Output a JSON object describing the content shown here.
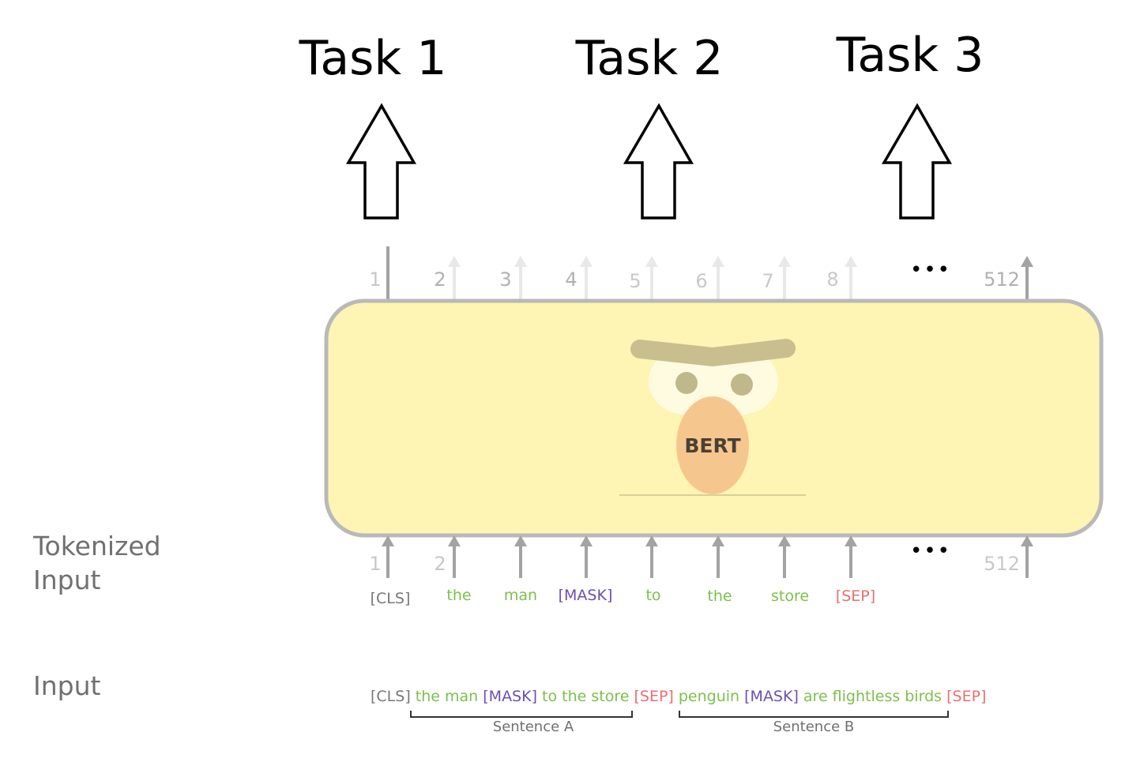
{
  "tasks": [
    "Task 1",
    "Task 2",
    "Task 3"
  ],
  "output_positions": [
    "1",
    "2",
    "3",
    "4",
    "5",
    "6",
    "7",
    "8",
    "512"
  ],
  "input_positions": [
    "1",
    "2",
    "512"
  ],
  "ellipsis": "•••",
  "model": {
    "name": "BERT"
  },
  "tokens": [
    {
      "text": "[CLS]",
      "kind": "special"
    },
    {
      "text": "the",
      "kind": "word"
    },
    {
      "text": "man",
      "kind": "word"
    },
    {
      "text": "[MASK]",
      "kind": "mask"
    },
    {
      "text": "to",
      "kind": "word"
    },
    {
      "text": "the",
      "kind": "word"
    },
    {
      "text": "store",
      "kind": "word"
    },
    {
      "text": "[SEP]",
      "kind": "sep"
    }
  ],
  "labels": {
    "tokenized_line1": "Tokenized",
    "tokenized_line2": "Input",
    "input": "Input"
  },
  "input_sentence": [
    {
      "text": "[CLS]",
      "kind": "special"
    },
    {
      "text": "the man",
      "kind": "word"
    },
    {
      "text": "[MASK]",
      "kind": "mask"
    },
    {
      "text": "to the store",
      "kind": "word"
    },
    {
      "text": "[SEP]",
      "kind": "sep"
    },
    {
      "text": "penguin",
      "kind": "word"
    },
    {
      "text": "[MASK]",
      "kind": "mask"
    },
    {
      "text": "are flightless birds",
      "kind": "word"
    },
    {
      "text": "[SEP]",
      "kind": "sep"
    }
  ],
  "sentence_a": "Sentence A",
  "sentence_b": "Sentence B",
  "colors": {
    "special": "#777777",
    "word": "#7cc04a",
    "mask": "#6c4fb3",
    "sep": "#ea6f6f",
    "box_fill": "#fef4b3",
    "box_stroke": "#b9b9b9",
    "arrow_gray": "#a3a3a3",
    "arrow_faint": "#e8e8e8",
    "nose": "#f6c68f",
    "brow": "#c9bf8e",
    "eye_white": "#fffbe0",
    "pupil": "#c0b78b"
  }
}
